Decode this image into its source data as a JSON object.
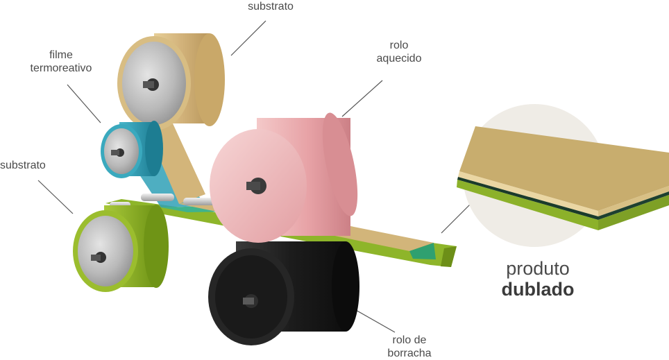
{
  "labels": {
    "substrato_top": "substrato",
    "filme_line1": "filme",
    "filme_line2": "termoreativo",
    "rolo_aquecido_line1": "rolo",
    "rolo_aquecido_line2": "aquecido",
    "substrato_left": "substrato",
    "rolo_borracha_line1": "rolo de",
    "rolo_borracha_line2": "borracha",
    "produto_line1": "produto",
    "produto_line2": "dublado"
  },
  "icons": {
    "roll_substrato_top": "tan-roll-icon",
    "roll_filme": "teal-roll-icon",
    "roll_aquecido": "pink-heated-roll-icon",
    "roll_substrato_left": "green-roll-icon",
    "roll_borracha": "black-rubber-roll-icon"
  },
  "colors": {
    "tan": "#d3b57a",
    "teal": "#2fa0b6",
    "pink": "#e9a8ab",
    "green": "#8eb52a",
    "black": "#1e1e1e",
    "text": "#4a4a4a"
  }
}
